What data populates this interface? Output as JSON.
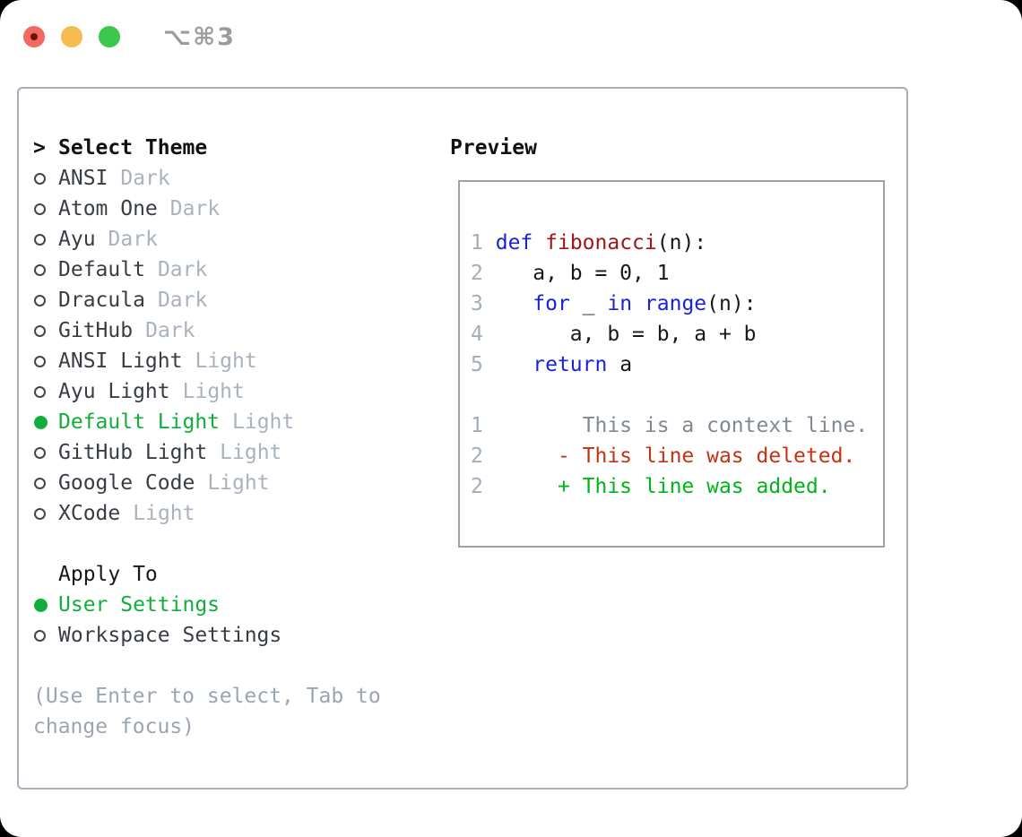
{
  "titlebar": {
    "shortcut": "⌥⌘3",
    "buttons": [
      "close",
      "minimize",
      "zoom"
    ]
  },
  "theme_panel": {
    "selector": {
      "marker": ">",
      "title": "Select Theme",
      "items": [
        {
          "name": "ANSI",
          "tag": "Dark",
          "selected": false
        },
        {
          "name": "Atom One",
          "tag": "Dark",
          "selected": false
        },
        {
          "name": "Ayu",
          "tag": "Dark",
          "selected": false
        },
        {
          "name": "Default",
          "tag": "Dark",
          "selected": false
        },
        {
          "name": "Dracula",
          "tag": "Dark",
          "selected": false
        },
        {
          "name": "GitHub",
          "tag": "Dark",
          "selected": false
        },
        {
          "name": "ANSI Light",
          "tag": "Light",
          "selected": false
        },
        {
          "name": "Ayu Light",
          "tag": "Light",
          "selected": false
        },
        {
          "name": "Default Light",
          "tag": "Light",
          "selected": true
        },
        {
          "name": "GitHub Light",
          "tag": "Light",
          "selected": false
        },
        {
          "name": "Google Code",
          "tag": "Light",
          "selected": false
        },
        {
          "name": "XCode",
          "tag": "Light",
          "selected": false
        }
      ]
    },
    "apply_to": {
      "title": "Apply To",
      "options": [
        {
          "name": "User Settings",
          "selected": true
        },
        {
          "name": "Workspace Settings",
          "selected": false
        }
      ]
    },
    "hint_lines": [
      "(Use Enter to select, Tab to",
      "change focus)"
    ]
  },
  "preview": {
    "title": "Preview",
    "lines": [
      [
        [
          "1",
          "num"
        ],
        [
          " ",
          "plain"
        ],
        [
          "def",
          "kw"
        ],
        [
          " ",
          "plain"
        ],
        [
          "fibonacci",
          "fn"
        ],
        [
          "(n):",
          "plain"
        ]
      ],
      [
        [
          "2",
          "num"
        ],
        [
          "    a, b = 0, 1",
          "plain"
        ]
      ],
      [
        [
          "3",
          "num"
        ],
        [
          "    ",
          "plain"
        ],
        [
          "for",
          "kw"
        ],
        [
          " _ ",
          "plain"
        ],
        [
          "in",
          "kw"
        ],
        [
          " ",
          "plain"
        ],
        [
          "range",
          "kw"
        ],
        [
          "(n):",
          "plain"
        ]
      ],
      [
        [
          "4",
          "num"
        ],
        [
          "       a, b = b, a + b",
          "plain"
        ]
      ],
      [
        [
          "5",
          "num"
        ],
        [
          "    ",
          "plain"
        ],
        [
          "return",
          "kw"
        ],
        [
          " a",
          "plain"
        ]
      ],
      [],
      [
        [
          "1",
          "num"
        ],
        [
          "        This is a context line.",
          "ctx"
        ]
      ],
      [
        [
          "2",
          "num"
        ],
        [
          "      - This line was deleted.",
          "del"
        ]
      ],
      [
        [
          "2",
          "num"
        ],
        [
          "      + This line was added.",
          "add"
        ]
      ]
    ]
  },
  "glyphs": {
    "radio_off": "○",
    "radio_on": "●"
  },
  "colors": {
    "selection_green": "#12ae3c",
    "added_green": "#00b41c",
    "deleted_red": "#c23313",
    "keyword_blue": "#1a22d8",
    "function_red": "#a31515",
    "muted_gray": "#a9b2bd",
    "line_number_gray": "#a3adb8",
    "traffic_red": "#f2695e",
    "traffic_yellow": "#f5bd4f",
    "traffic_green": "#3bc84c",
    "panel_border": "#a6aeb7"
  }
}
